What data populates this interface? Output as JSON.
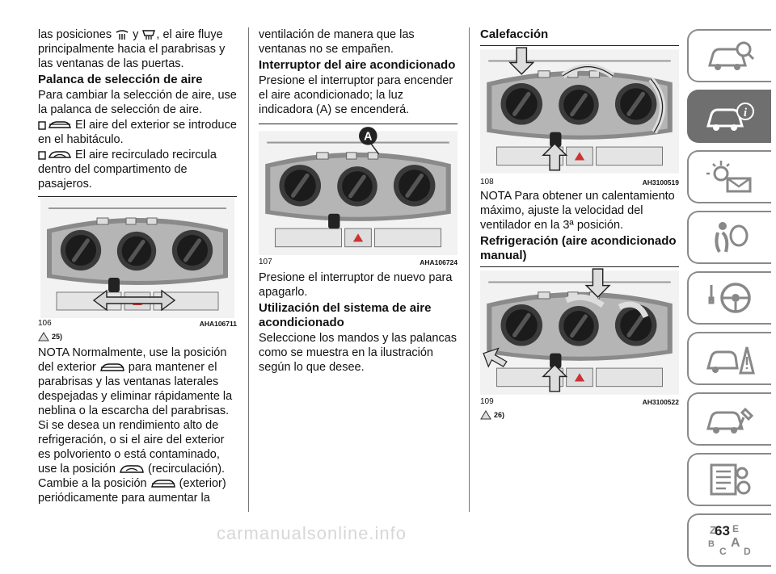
{
  "col1": {
    "p1_a": "las posiciones",
    "p1_b": "y",
    "p1_c": ", el aire fluye principalmente hacia el parabrisas y las ventanas de las puertas.",
    "h1": "Palanca de selección de aire",
    "p2": "Para cambiar la selección de aire, use la palanca de selección de aire.",
    "p3": "El aire del exterior se introduce en el habitáculo.",
    "p4": "El aire recirculado recircula dentro del compartimento de pasajeros.",
    "fig_num": "106",
    "fig_code": "AHA106711",
    "warn_ref": "25)",
    "nota_a": "NOTA Normalmente, use la posición del exterior",
    "nota_b": "para mantener el parabrisas y las ventanas laterales despejadas y eliminar rápidamente la neblina o la escarcha del parabrisas. Si se desea un rendimiento alto de refrigeración, o si el aire del exterior es polvoriento o está contaminado, use la posición",
    "nota_c": "(recirculación). Cambie a la posición",
    "nota_d": "(exterior) periódicamente para aumentar la"
  },
  "col2": {
    "p1": "ventilación de manera que las ventanas no se empañen.",
    "h1": "Interruptor del aire acondicionado",
    "p2": "Presione el interruptor para encender el aire acondicionado; la luz indicadora (A) se encenderá.",
    "callout": "A",
    "fig_num": "107",
    "fig_code": "AHA106724",
    "p3": "Presione el interruptor de nuevo para apagarlo.",
    "h2": "Utilización del sistema de aire acondicionado",
    "p4": "Seleccione los mandos y las palancas como se muestra en la ilustración según lo que desee."
  },
  "col3": {
    "h1": "Calefacción",
    "fig1_num": "108",
    "fig1_code": "AH3100519",
    "p1": "NOTA Para obtener un calentamiento máximo, ajuste la velocidad del ventilador en la 3ª posición.",
    "h2": "Refrigeración (aire acondicionado manual)",
    "fig2_num": "109",
    "fig2_code": "AH3100522",
    "warn_ref": "26)"
  },
  "page_number": "63",
  "watermark": "carmanualsonline.info",
  "icons": [
    "car-search-icon",
    "car-info-icon",
    "warning-lights-icon",
    "airbag-icon",
    "steering-icon",
    "breakdown-icon",
    "car-service-icon",
    "specs-icon",
    "index-icon"
  ]
}
